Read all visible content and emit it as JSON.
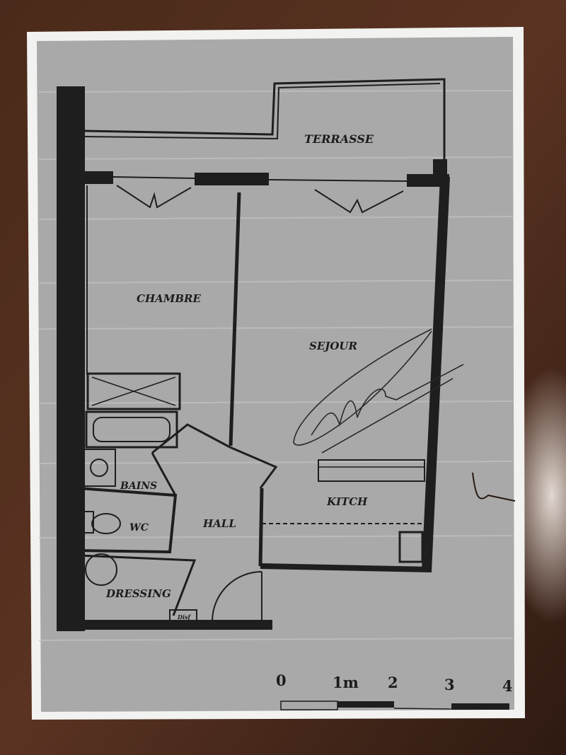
{
  "plan": {
    "rooms": {
      "terrace": "TERRASSE",
      "bedroom": "CHAMBRE",
      "living": "SEJOUR",
      "bath": "BAINS",
      "wc": "WC",
      "hall": "HALL",
      "kitchen": "KITCH",
      "dressing": "DRESSING",
      "closet": "Disf"
    },
    "scale_bar": {
      "ticks": [
        "0",
        "1m",
        "2",
        "3",
        "4"
      ]
    }
  },
  "colors": {
    "table_wood": "#3b2419",
    "paper": "#f2f2f0",
    "print_gray": "#a9a9a9",
    "ink": "#1e1e1e"
  }
}
